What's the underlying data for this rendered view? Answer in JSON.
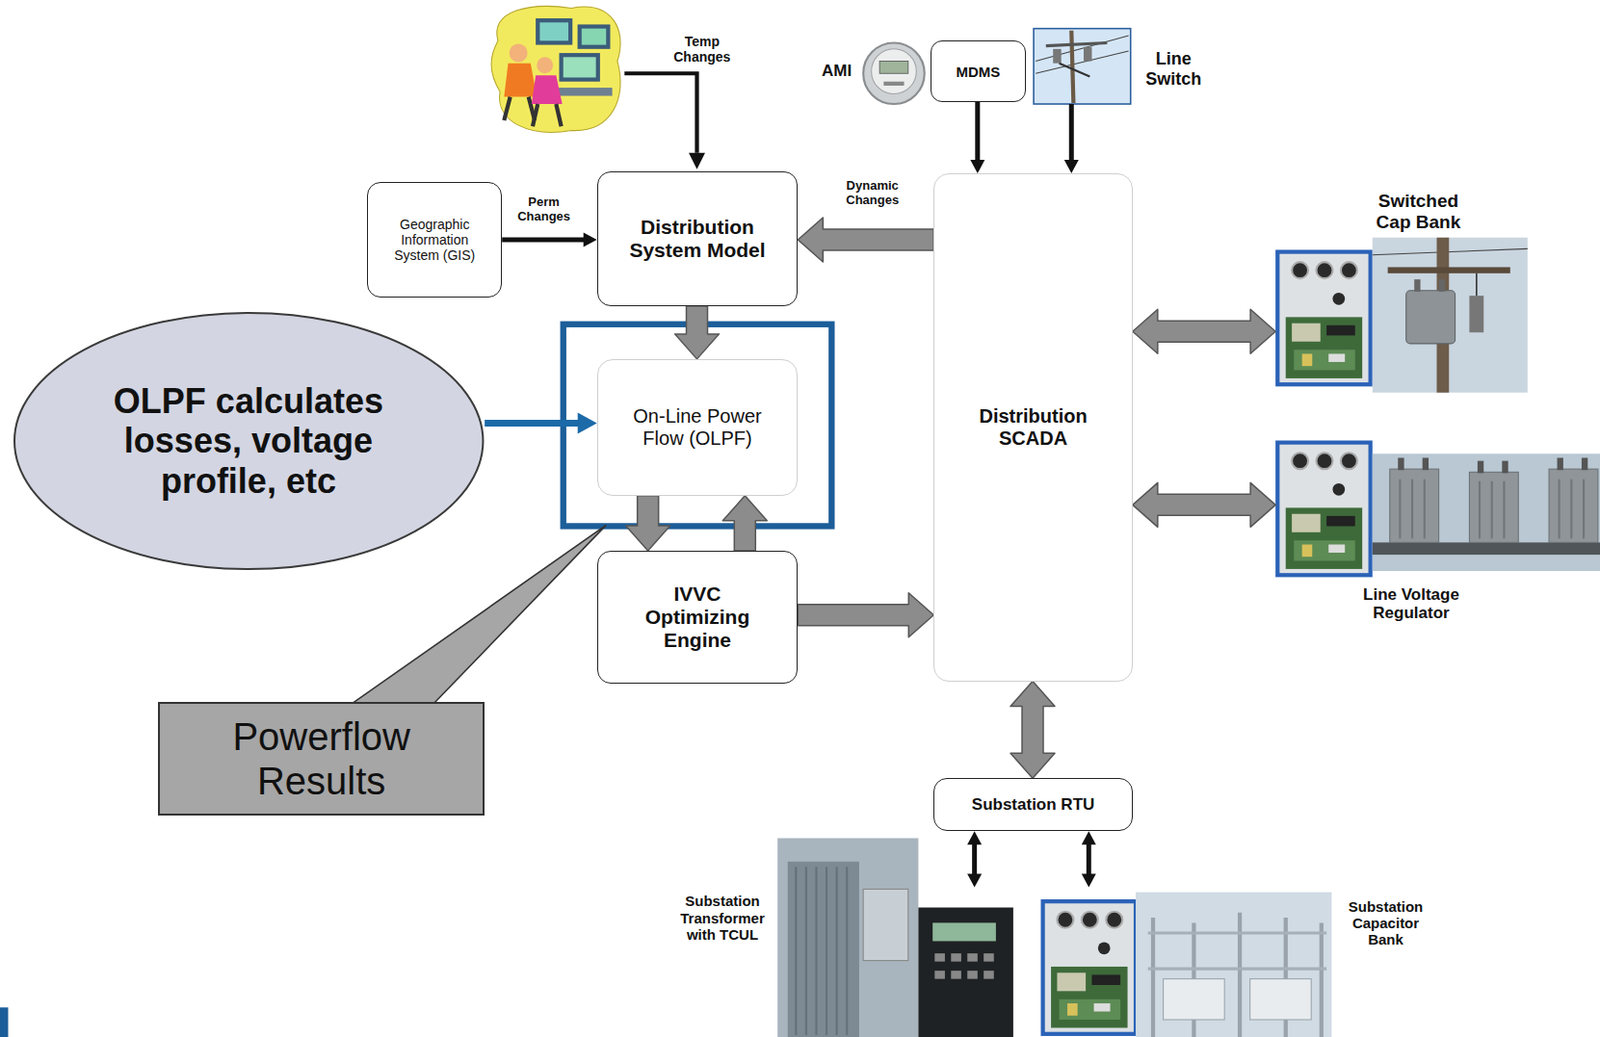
{
  "diagram": {
    "nodes": [
      {
        "text": [
          "Geographic Information System (GIS)"
        ]
      },
      {
        "text": [
          "Distribution System Model"
        ]
      },
      {
        "text": [
          "On-Line Power Flow (OLPF)"
        ]
      },
      {
        "text": [
          "IVVC Optimizing Engine"
        ]
      },
      {
        "text": [
          "OLPF calculates losses, voltage profile, etc"
        ]
      },
      {
        "text": [
          "Powerflow Results"
        ]
      },
      {
        "text": [
          "MDMS"
        ]
      },
      {
        "text": [
          "Line Switch"
        ]
      },
      {
        "text": [
          "Distribution SCADA"
        ]
      },
      {
        "text": [
          "Switched Cap Bank"
        ]
      },
      {
        "text": [
          "Line Voltage Regulator"
        ]
      },
      {
        "text": [
          "Substation RTU"
        ]
      },
      {
        "text": [
          "Substation Transformer with TCUL"
        ]
      },
      {
        "text": [
          "Substation Capacitor Bank"
        ]
      }
    ],
    "edges": [
      {
        "from": 0,
        "to": 1,
        "label": "Perm Changes",
        "arrow": "to"
      },
      {
        "from": 8,
        "to": 1,
        "label": "Dynamic Changes",
        "arrow": "to"
      },
      {
        "from": 1,
        "to": 2,
        "arrow": "to"
      },
      {
        "from": 2,
        "to": 3,
        "arrow": "to"
      },
      {
        "from": 3,
        "to": 2,
        "arrow": "to"
      },
      {
        "from": 4,
        "to": 2,
        "arrow": "to"
      },
      {
        "from": 3,
        "to": 8,
        "arrow": "to"
      },
      {
        "from": 6,
        "to": 8,
        "arrow": "to"
      },
      {
        "from": 7,
        "to": 8,
        "arrow": "to"
      },
      {
        "from": 8,
        "to": 9,
        "arrow": "both"
      },
      {
        "from": 8,
        "to": 10,
        "arrow": "both"
      },
      {
        "from": 8,
        "to": 11,
        "arrow": "both"
      },
      {
        "from": 11,
        "to": 12,
        "arrow": "both"
      },
      {
        "from": 11,
        "to": 13,
        "arrow": "both"
      }
    ],
    "labels": [
      "Temp Changes",
      "AMI"
    ]
  }
}
